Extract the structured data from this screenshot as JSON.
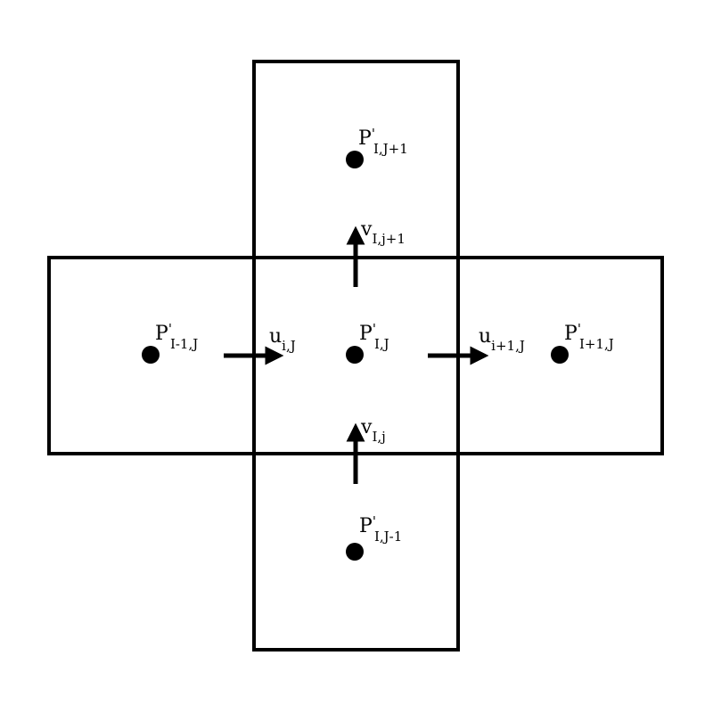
{
  "colors": {
    "background": "#ffffff",
    "stroke": "#000000"
  },
  "labels": {
    "p_top": {
      "base": "P",
      "prime": "'",
      "sub": "I,J+1"
    },
    "p_left": {
      "base": "P",
      "prime": "'",
      "sub": "I-1,J"
    },
    "p_center": {
      "base": "P",
      "prime": "'",
      "sub": "I,J"
    },
    "p_right": {
      "base": "P",
      "prime": "'",
      "sub": "I+1,J"
    },
    "p_bottom": {
      "base": "P",
      "prime": "'",
      "sub": "I,J-1"
    },
    "u_left": {
      "base": "u",
      "sub": "i,J"
    },
    "u_right": {
      "base": "u",
      "sub": "i+1,J"
    },
    "v_top": {
      "base": "v",
      "sub": "I,j+1"
    },
    "v_bottom": {
      "base": "v",
      "sub": "I,j"
    }
  }
}
